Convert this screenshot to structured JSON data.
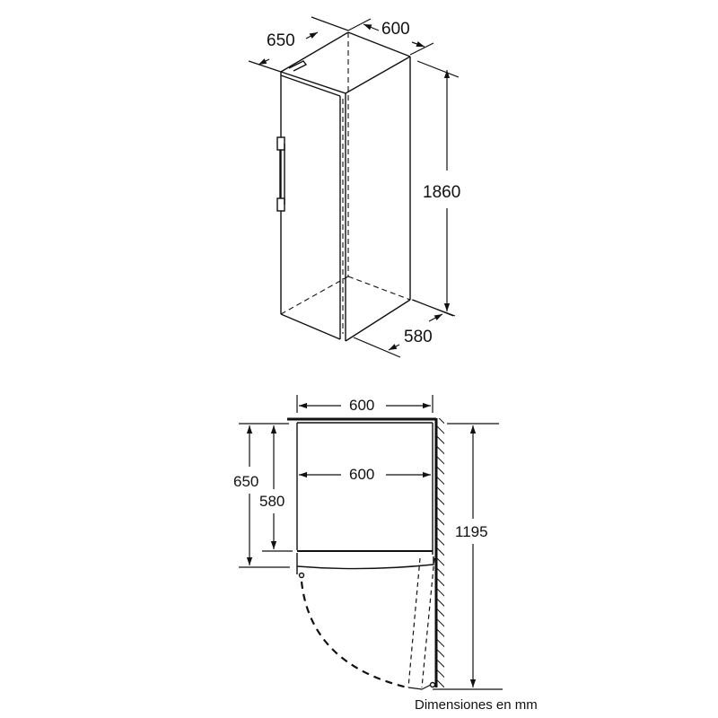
{
  "diagram": {
    "type": "appliance-dimension-drawing",
    "subject": "upright refrigerator",
    "colors": {
      "line": "#111111",
      "background": "#ffffff"
    },
    "isometric_view": {
      "dimensions": {
        "depth_top": "650",
        "width_top": "600",
        "height": "1860",
        "depth_body": "580"
      }
    },
    "plan_view": {
      "dimensions": {
        "overall_width": "600",
        "inner_width": "600",
        "depth_with_door": "650",
        "depth_body": "580",
        "door_swing_clearance": "1195"
      }
    },
    "caption": "Dimensiones en mm"
  }
}
